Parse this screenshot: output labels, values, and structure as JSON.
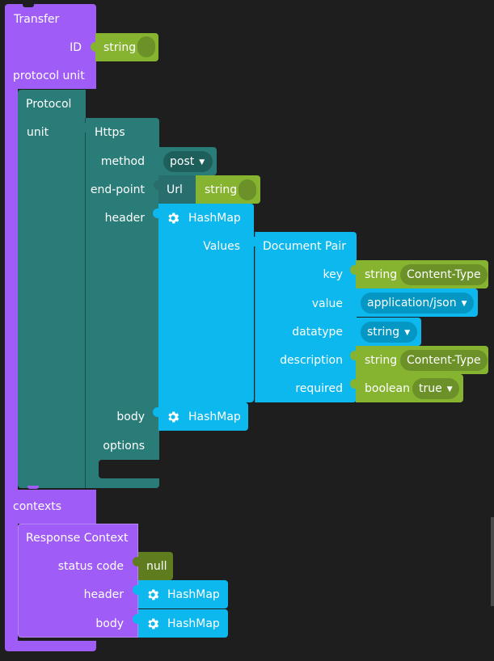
{
  "transfer": {
    "title": "Transfer",
    "id_label": "ID",
    "id_value": "string",
    "protocol_unit_label": "protocol unit",
    "contexts_label": "contexts"
  },
  "protocol": {
    "title": "Protocol",
    "unit_label": "unit"
  },
  "https": {
    "title": "Https",
    "method_label": "method",
    "method_value": "post",
    "endpoint_label": "end-point",
    "url_label": "Url",
    "url_value": "string",
    "header_label": "header",
    "body_label": "body",
    "options_label": "options"
  },
  "header_hashmap": {
    "title": "HashMap",
    "values_label": "Values"
  },
  "document_pair": {
    "title": "Document Pair",
    "key_label": "key",
    "key_type": "string",
    "key_value": "Content-Type",
    "value_label": "value",
    "value_value": "application/json",
    "datatype_label": "datatype",
    "datatype_value": "string",
    "description_label": "description",
    "description_type": "string",
    "description_value": "Content-Type",
    "required_label": "required",
    "required_type": "boolean",
    "required_value": "true"
  },
  "body_hashmap": {
    "title": "HashMap"
  },
  "response_context": {
    "title": "Response Context",
    "status_code_label": "status code",
    "status_code_value": "null",
    "header_label": "header",
    "header_value": "HashMap",
    "body_label": "body",
    "body_value": "HashMap"
  },
  "colors": {
    "transfer": "#a05cf6",
    "protocol": "#2a7c78",
    "hashmap": "#0cb8ed",
    "string": "#86b430",
    "null": "#5f7c1e",
    "background": "#1e1e1e"
  }
}
